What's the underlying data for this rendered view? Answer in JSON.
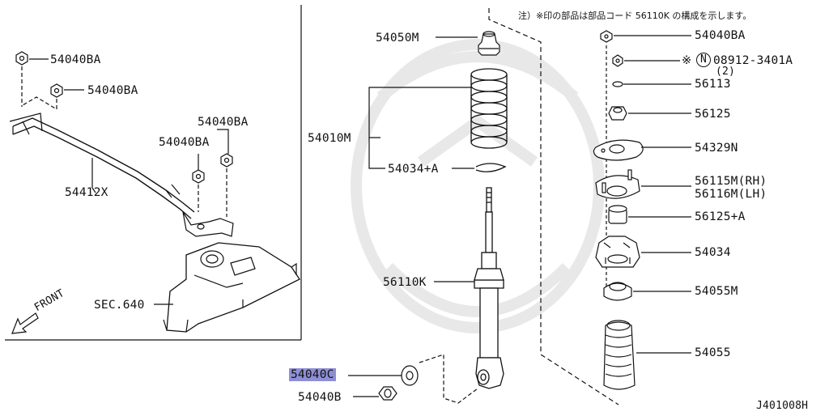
{
  "note": "注）※印の部品は部品コード 56110K の構成を示します。",
  "diagram_id": "J401008H",
  "labels": {
    "p54040BA_a": "54040BA",
    "p54040BA_b": "54040BA",
    "p54040BA_c": "54040BA",
    "p54040BA_d": "54040BA",
    "p54412X": "54412X",
    "sec640": "SEC.640",
    "front": "FRONT",
    "p54050M": "54050M",
    "p54010M": "54010M",
    "p54034A": "54034+A",
    "p56110K": "56110K",
    "p54040C": "54040C",
    "p54040B": "54040B",
    "p54040BA_r": "54040BA",
    "p08912_mark": "※",
    "p08912_n": "N",
    "p08912": "08912-3401A",
    "p08912_qty": "(2)",
    "p56113": "56113",
    "p56125": "56125",
    "p54329N": "54329N",
    "p56115M": "56115M(RH)",
    "p56116M": "56116M(LH)",
    "p56125A": "56125+A",
    "p54034": "54034",
    "p54055M": "54055M",
    "p54055": "54055"
  },
  "colors": {
    "ink": "#111111",
    "highlight": "#8f8fd6",
    "watermark": "#e6e6e6"
  }
}
